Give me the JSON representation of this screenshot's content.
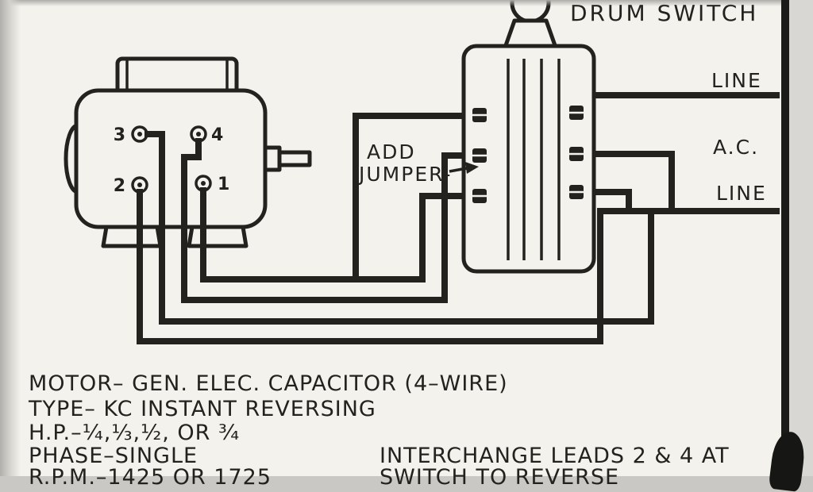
{
  "diagram": {
    "drum_switch_label": "DRUM SWITCH",
    "line_top": "LINE",
    "ac": "A.C.",
    "line_bottom": "LINE",
    "add": "ADD",
    "jumper": "JUMPER-",
    "terminals": {
      "t1": "1",
      "t2": "2",
      "t3": "3",
      "t4": "4"
    }
  },
  "specs": {
    "motor": "MOTOR– GEN. ELEC. CAPACITOR  (4–WIRE)",
    "type": "TYPE– KC INSTANT REVERSING",
    "hp": "H.P.–¼,⅓,½, OR ¾",
    "phase": "PHASE–SINGLE",
    "rpm": "R.P.M.–1425 OR 1725"
  },
  "note": {
    "line1": "INTERCHANGE LEADS 2 & 4 AT",
    "line2": "SWITCH TO REVERSE"
  },
  "colors": {
    "ink": "#23221f",
    "paper": "#f4f2ed"
  }
}
